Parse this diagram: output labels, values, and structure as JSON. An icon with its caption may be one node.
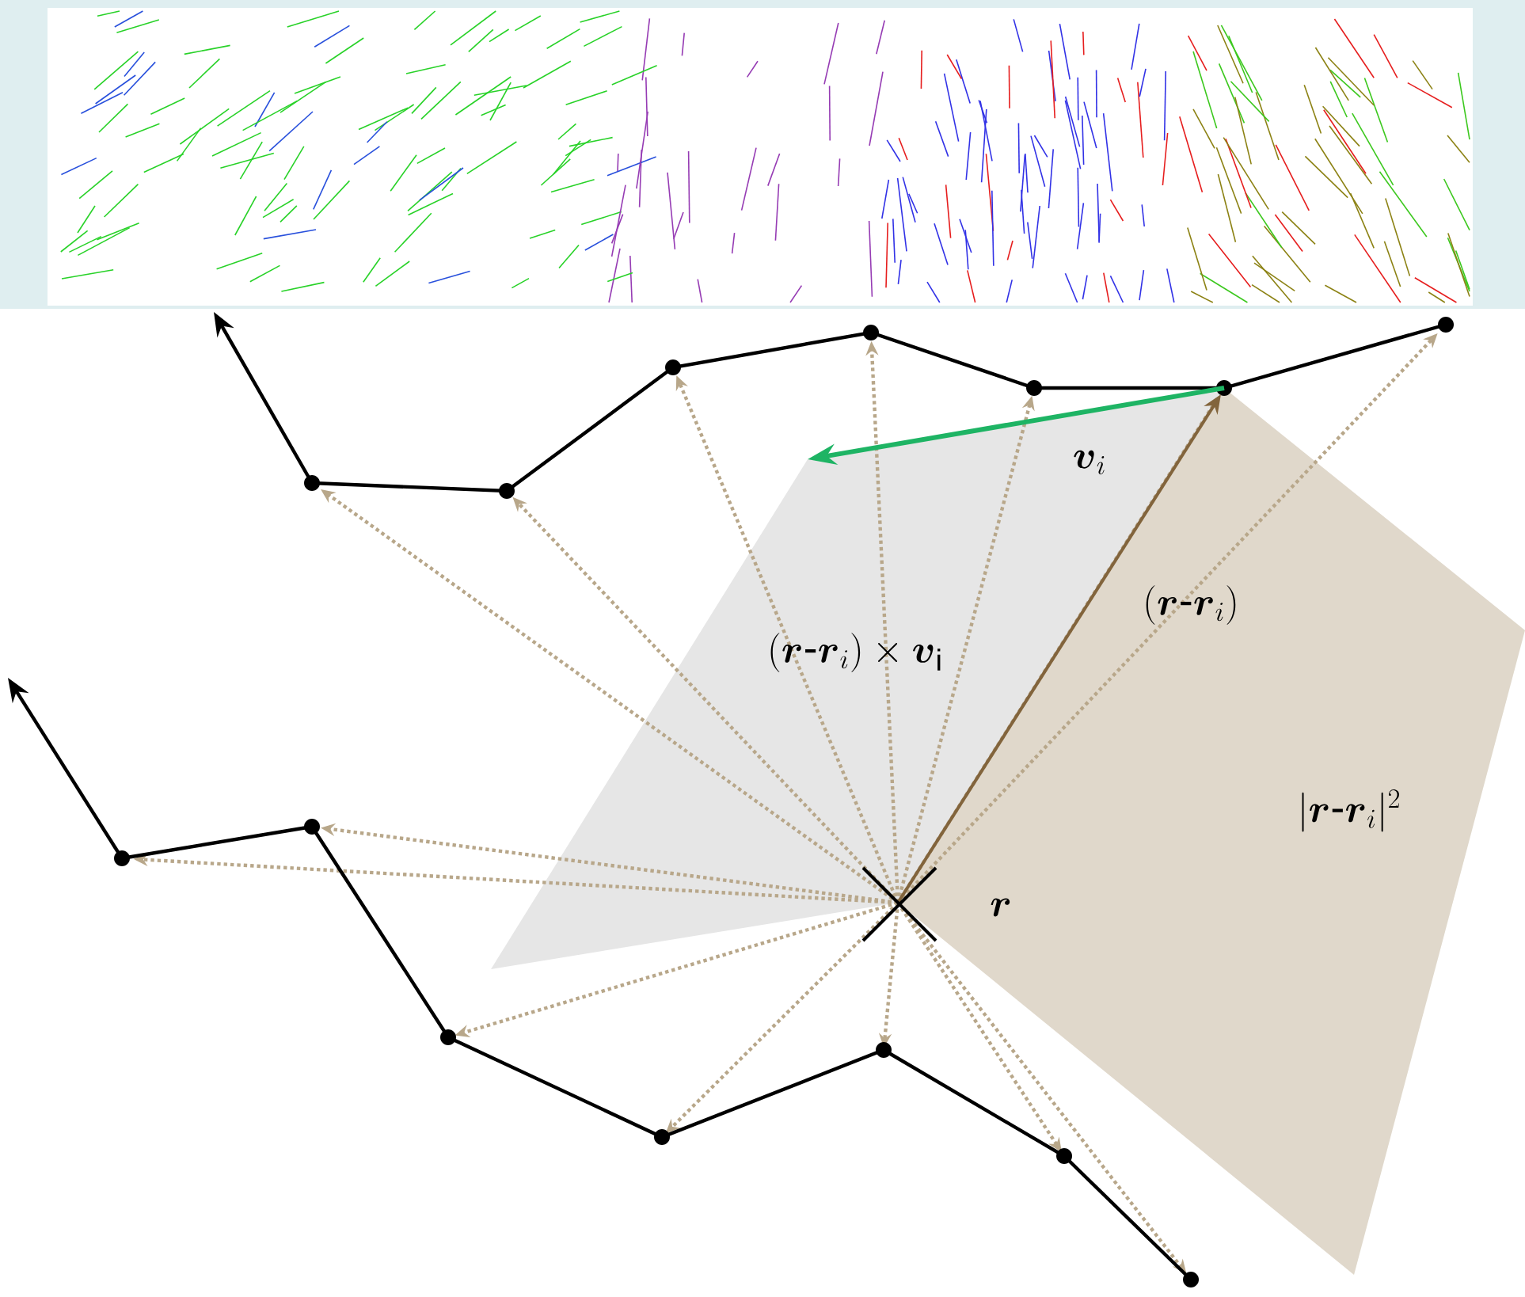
{
  "diagram": {
    "labels": [
      "\\boldsymbol{v}_i",
      "(\\boldsymbol{r}\\text{-}\\boldsymbol{r}_i)",
      "(\\boldsymbol{r}\\text{-}\\boldsymbol{r}_i)\\times\\boldsymbol{v}_\\mathrm{i}",
      "|\\boldsymbol{r}\\text{-}\\boldsymbol{r}_i|^2",
      "\\boldsymbol{r}"
    ]
  }
}
